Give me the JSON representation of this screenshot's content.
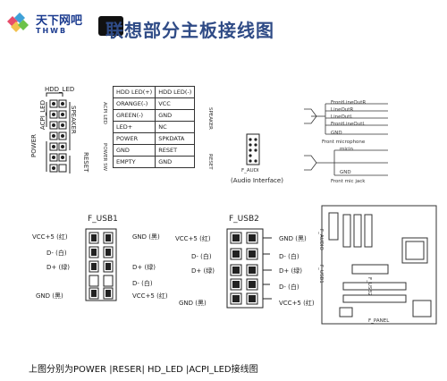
{
  "logo": {
    "name": "天下网吧",
    "sub": "THWB"
  },
  "title": "联想部分主板接线图",
  "front_panel": {
    "hdd_led_label": "HDD_LED",
    "acpi_led_label": "ACPI_LED",
    "power_label": "POWER",
    "speaker_label": "SPEAKER",
    "reset_label": "RESET",
    "table_rows": [
      [
        "HDD LED(+)",
        "HDD LED(-)"
      ],
      [
        "ORANGE(-)",
        "VCC"
      ],
      [
        "GREEN(-)",
        "GND"
      ],
      [
        "LED+",
        "NC"
      ],
      [
        "POWER",
        "SPKDATA"
      ],
      [
        "GND",
        "RESET"
      ],
      [
        "EMPTY",
        "GND"
      ]
    ],
    "table_left_group1": "ACPI LED",
    "table_left_group2": "POWER SW",
    "table_right_group1": "SPEAKER",
    "table_right_group2": "RESET"
  },
  "audio": {
    "connector_label": "F_AUDI",
    "caption": "(Audio Interface)",
    "jack_labels": [
      "FrontLineOutR",
      "LineOutR",
      "LineOutL",
      "FrontLineOutL",
      "GND",
      "Front microphone",
      "micin",
      "GND",
      "Front mic jack"
    ]
  },
  "usb1": {
    "label": "F_USB1",
    "left": [
      "VCC+5 (红)",
      "D- (白)",
      "D+ (绿)",
      "",
      "GND (黑)"
    ],
    "right": [
      "GND (黑)",
      "",
      "D+ (绿)",
      "D- (白)",
      "VCC+5 (红)"
    ]
  },
  "usb2": {
    "label": "F_USB2",
    "left": [
      "VCC+5 (红)",
      "D- (白)",
      "D+ (绿)",
      "",
      "GND (黑)"
    ],
    "right": [
      "GND (黑)",
      "D- (白)",
      "D+ (绿)",
      "D- (白)",
      "VCC+5 (红)"
    ]
  },
  "board": {
    "labels": [
      "F_AUDIO",
      "F_USB1",
      "F_USB2",
      "F_PANEL"
    ]
  },
  "footer": "上图分别为POWER  |RESER|  HD_LED  |ACPI_LED接线图"
}
